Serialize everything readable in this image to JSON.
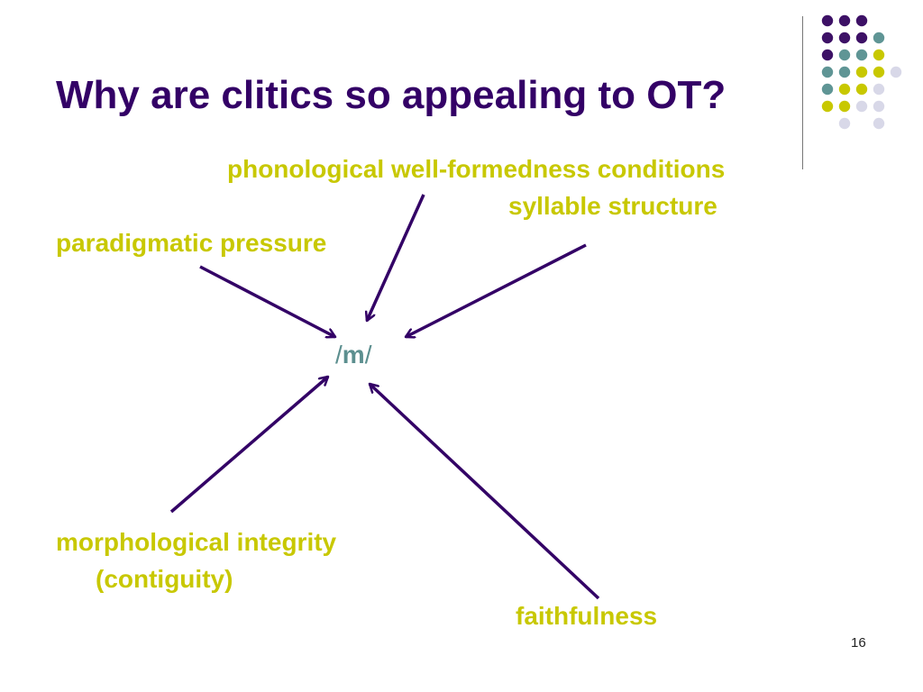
{
  "slide": {
    "title": "Why are clitics so appealing to OT?",
    "page_number": "16"
  },
  "diagram": {
    "center_label": {
      "prefix": "/",
      "core": "m",
      "suffix": "/"
    },
    "labels": {
      "phonological": "phonological well-formedness conditions",
      "syllable": "syllable structure",
      "paradigmatic": "paradigmatic pressure",
      "morphological": "morphological integrity",
      "contiguity": "(contiguity)",
      "faithfulness": "faithfulness"
    }
  },
  "colors": {
    "title": "#330066",
    "label": "#c8c800",
    "arrow": "#330066",
    "center": "#5c8f8f",
    "dot_purple": "#3d1166",
    "dot_teal": "#5f9595",
    "dot_yellow": "#c8c800",
    "dot_lavender": "#d8d8e8"
  }
}
